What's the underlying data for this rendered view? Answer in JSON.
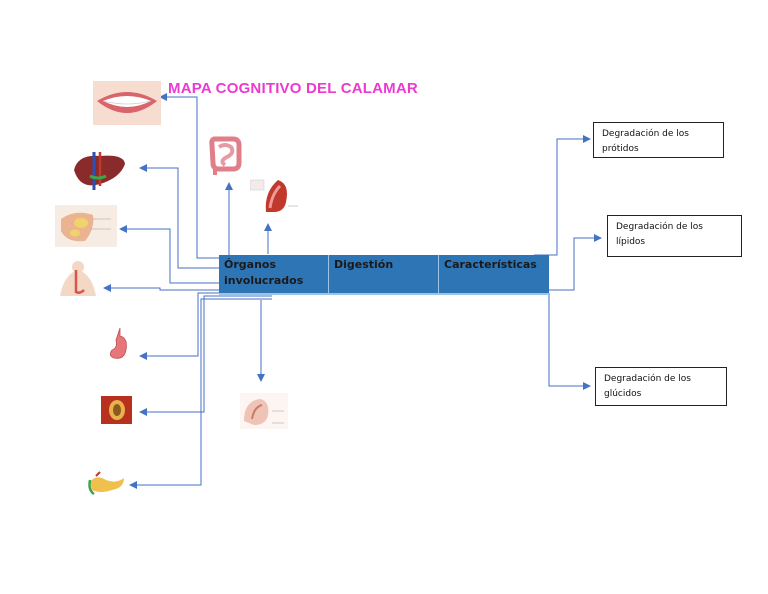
{
  "title": "MAPA COGNITIVO DEL CALAMAR",
  "header": {
    "col1": "Órganos involucrados",
    "col2": "Digestión",
    "col3": "Características"
  },
  "characteristics": [
    "Degradación de los prótidos",
    "Degradación de los lípidos",
    "Degradación de los glúcidos"
  ],
  "icons": {
    "mouth": "mouth-icon",
    "liver": "liver-icon",
    "salivary": "salivary-glands-icon",
    "esophagus": "esophagus-icon",
    "stomach": "stomach-icon",
    "gallbladder": "gallbladder-icon",
    "pancreas": "pancreas-icon",
    "intestine": "intestine-icon",
    "colon_small": "large-intestine-icon",
    "rectum": "rectum-icon"
  },
  "colors": {
    "title": "#ec3ad0",
    "header_bg": "#2e75b6",
    "connector": "#4472c4"
  }
}
